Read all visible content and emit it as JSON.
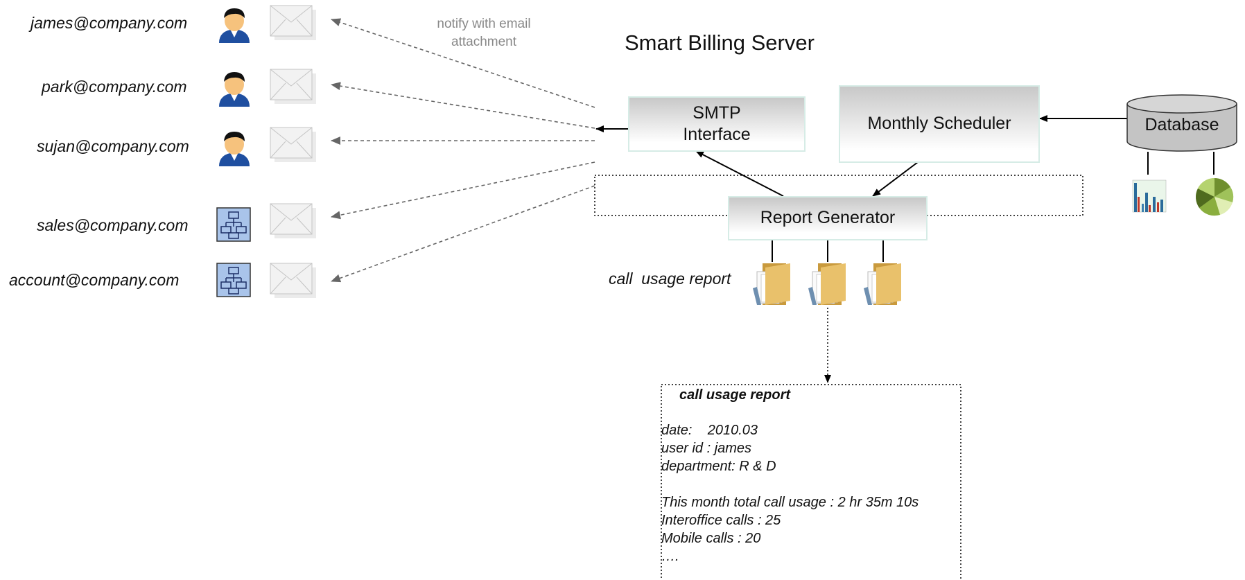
{
  "server": {
    "title": "Smart Billing Server",
    "smtp_label": "SMTP\nInterface",
    "scheduler_label": "Monthly Scheduler",
    "database_label": "Database",
    "report_generator_label": "Report Generator",
    "report_files_label": "call  usage report"
  },
  "note": {
    "line1": "notify with email",
    "line2": "attachment"
  },
  "recipients": [
    {
      "email": "james@company.com",
      "type": "person-icon"
    },
    {
      "email": "park@company.com",
      "type": "person-icon"
    },
    {
      "email": "sujan@company.com",
      "type": "person-icon"
    },
    {
      "email": "sales@company.com",
      "type": "org-chart-icon"
    },
    {
      "email": "account@company.com",
      "type": "org-chart-icon"
    }
  ],
  "report": {
    "title": "call usage report",
    "date": "date:    2010.03",
    "user": "user id : james",
    "department": "department: R & D",
    "total": "This month total call usage : 2 hr 35m 10s",
    "interoffice": "Interoffice calls : 25",
    "mobile": "Mobile calls : 20",
    "ellipsis": "…."
  },
  "colors": {
    "box_border": "#d6ece6",
    "arrow": "#000000",
    "dashed": "#666666",
    "person_shirt": "#1f4fa0",
    "org_fill": "#a9c4ea"
  }
}
